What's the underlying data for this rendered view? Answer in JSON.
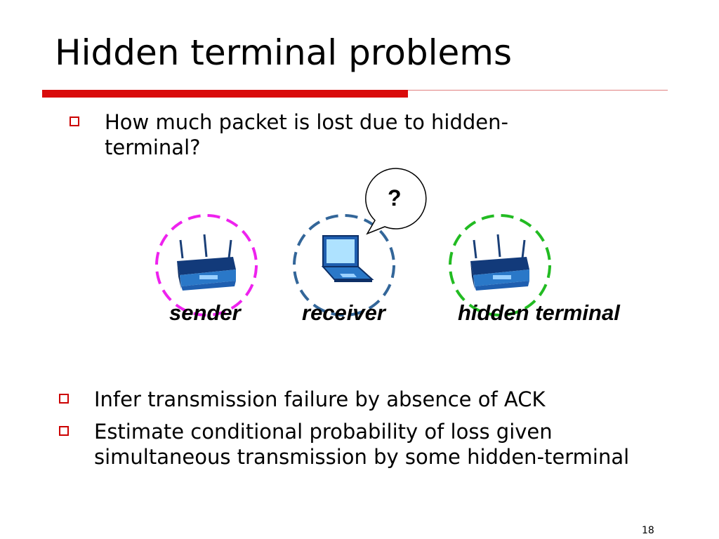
{
  "slide": {
    "title": "Hidden terminal problems",
    "page_number": "18"
  },
  "bullets_top": [
    {
      "text": "How much packet is lost due to hidden-terminal?"
    }
  ],
  "bullets_bottom": [
    {
      "text": "Infer transmission failure by absence of ACK"
    },
    {
      "text": "Estimate conditional probability of loss given simultaneous transmission by some hidden-terminal"
    }
  ],
  "diagram": {
    "nodes": [
      {
        "label": "sender",
        "ring_color": "#ee22ee",
        "device": "router"
      },
      {
        "label": "receiver",
        "ring_color": "#336699",
        "device": "laptop"
      },
      {
        "label": "hidden terminal",
        "ring_color": "#22bb22",
        "device": "router"
      }
    ],
    "speech_bubble": {
      "text": "?"
    }
  },
  "colors": {
    "accent": "#d90b0b",
    "bullet_box": "#cc0000",
    "device_blue": "#1f5fb0"
  }
}
